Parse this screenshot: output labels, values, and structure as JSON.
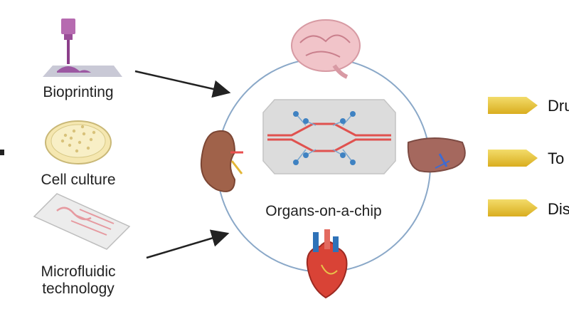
{
  "inputs": [
    {
      "label_lines": [
        "Bioprinting"
      ]
    },
    {
      "label_lines": [
        "Cell culture"
      ]
    },
    {
      "label_lines": [
        "Microfluidic",
        "technology"
      ]
    }
  ],
  "center": {
    "label": "Organs-on-a-chip"
  },
  "applications": [
    {
      "label": "Dru"
    },
    {
      "label": "To"
    },
    {
      "label": "Dis"
    }
  ],
  "colors": {
    "ring": "#8aa8c8",
    "channel": "#e0524f",
    "chip": "#dcdcdc",
    "arrow_tab": "#e7c23a",
    "arrow": "#222222"
  }
}
